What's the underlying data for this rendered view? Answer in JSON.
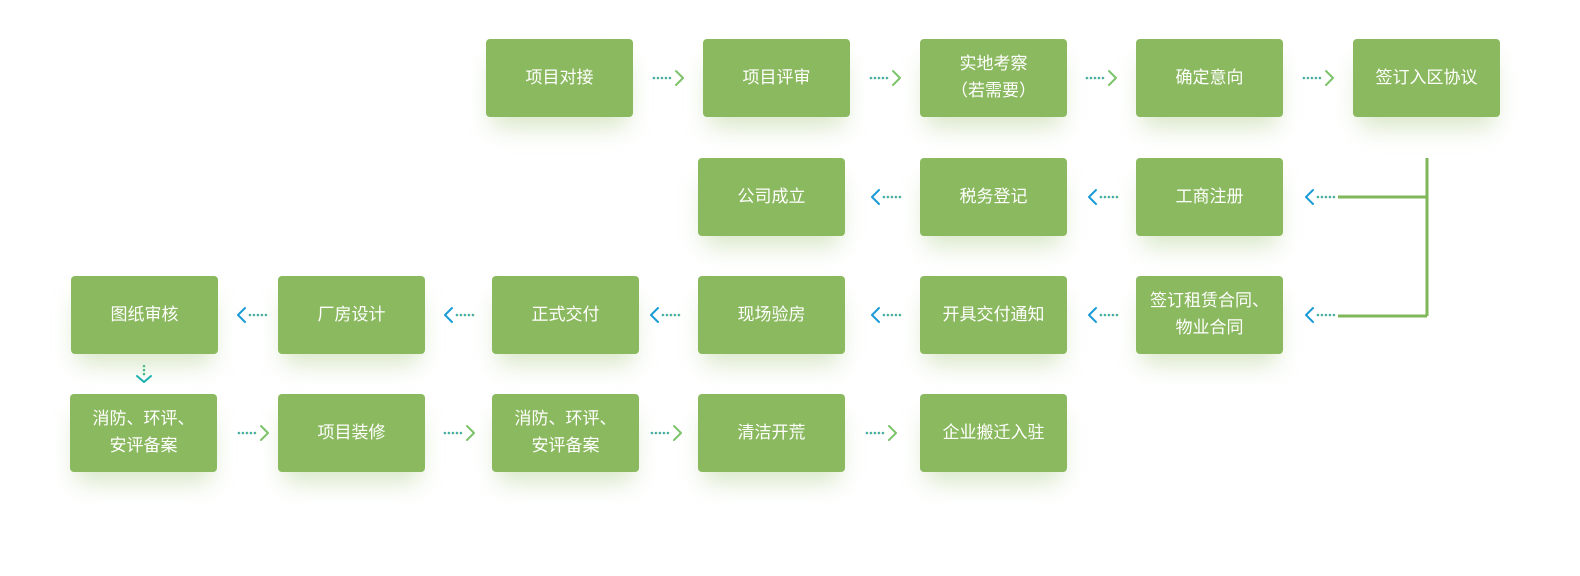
{
  "colors": {
    "node_fill": "#8bb95f",
    "node_text": "#ffffff",
    "connector": "#7fb75a",
    "arrow_green": "#7cc36a",
    "arrow_blue": "#1a9bd7"
  },
  "nodes": {
    "n1": [
      "项目对接"
    ],
    "n2": [
      "项目评审"
    ],
    "n3": [
      "实地考察",
      "（若需要）"
    ],
    "n4": [
      "确定意向"
    ],
    "n5": [
      "签订入区协议"
    ],
    "n6": [
      "工商注册"
    ],
    "n7": [
      "税务登记"
    ],
    "n8": [
      "公司成立"
    ],
    "n9": [
      "签订租赁合同、",
      "物业合同"
    ],
    "n10": [
      "开具交付通知"
    ],
    "n11": [
      "现场验房"
    ],
    "n12": [
      "正式交付"
    ],
    "n13": [
      "厂房设计"
    ],
    "n14": [
      "图纸审核"
    ],
    "n15": [
      "消防、环评、",
      "安评备案"
    ],
    "n16": [
      "项目装修"
    ],
    "n17": [
      "消防、环评、",
      "安评备案"
    ],
    "n18": [
      "清洁开荒"
    ],
    "n19": [
      "企业搬迁入驻"
    ]
  }
}
